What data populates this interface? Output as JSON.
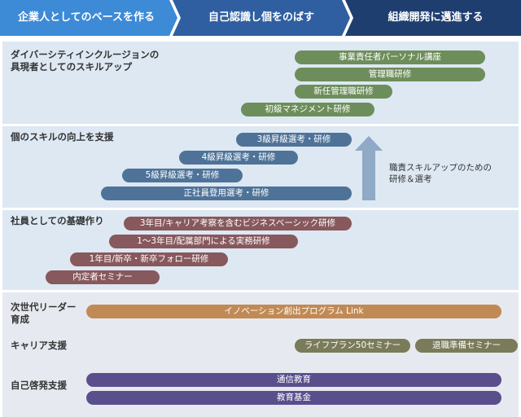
{
  "header": {
    "steps": [
      "企業人としてのベースを作る",
      "自己認識し個をのばす",
      "組織開発に邁進する"
    ],
    "colors": [
      "#3d8ad6",
      "#2f5fa0",
      "#1f3e70"
    ]
  },
  "section1": {
    "label": "ダイバーシティインクルージョンの\n具現者としてのスキルアップ",
    "bars": [
      "事業責任者パーソナル講座",
      "管理職研修",
      "新任管理職研修",
      "初級マネジメント研修"
    ]
  },
  "section2": {
    "label": "個のスキルの向上を支援",
    "bars": [
      "3級昇級選考・研修",
      "4級昇級選考・研修",
      "5級昇級選考・研修",
      "正社員登用選考・研修"
    ],
    "arrow_note": "職責スキルアップのための\n研修＆選考"
  },
  "section3": {
    "label": "社員としての基礎作り",
    "bars": [
      "3年目/キャリア考察を含むビジネスベーシック研修",
      "1～3年目/配属部門による実務研修",
      "1年目/新卒・新卒フォロー研修",
      "内定者セミナー"
    ]
  },
  "section4": {
    "rows": [
      {
        "label": "次世代リーダー\n育成",
        "bars": [
          "イノベーション創出プログラム Link"
        ]
      },
      {
        "label": "キャリア支援",
        "bars": [
          "ライフプラン50セミナー",
          "退職準備セミナー"
        ]
      },
      {
        "label": "自己啓発支援",
        "bars": [
          "通信教育",
          "教育基金"
        ]
      }
    ]
  }
}
